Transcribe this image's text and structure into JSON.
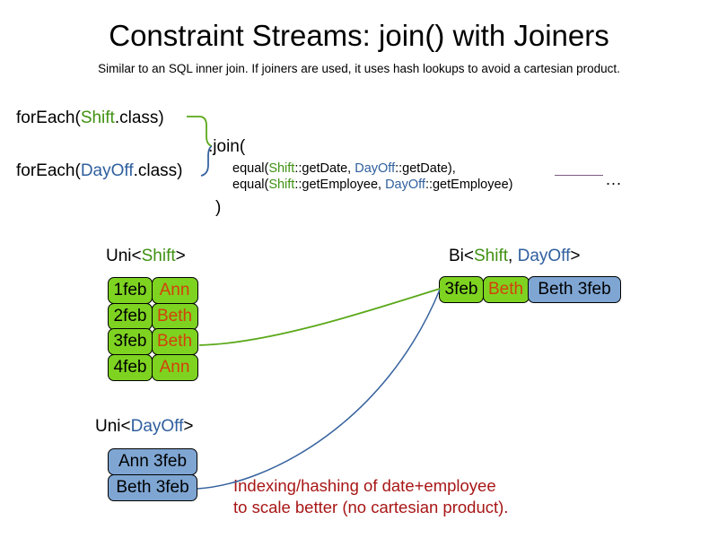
{
  "header": {
    "title": "Constraint Streams: join() with Joiners",
    "subtitle": "Similar to an SQL inner join. If joiners are used, it uses hash lookups to avoid a cartesian product."
  },
  "code": {
    "foreach_shift": {
      "prefix": "forEach(",
      "type": "Shift",
      "suffix": ".class)"
    },
    "foreach_dayoff": {
      "prefix": "forEach(",
      "type": "DayOff",
      "suffix": ".class)"
    },
    "join_open": ".join(",
    "join_close": ")",
    "joiners": [
      {
        "fn_open": "equal(",
        "left_type": "Shift",
        "left_method": "::getDate, ",
        "right_type": "DayOff",
        "right_method": "::getDate),"
      },
      {
        "fn_open": "equal(",
        "left_type": "Shift",
        "left_method": "::getEmployee, ",
        "right_type": "DayOff",
        "right_method": "::getEmployee)"
      }
    ],
    "ellipsis": "..."
  },
  "streams": {
    "uni_shift": {
      "label_prefix": "Uni<",
      "label_type": "Shift",
      "label_suffix": ">",
      "rows": [
        {
          "date": "1feb",
          "employee": "Ann"
        },
        {
          "date": "2feb",
          "employee": "Beth"
        },
        {
          "date": "3feb",
          "employee": "Beth"
        },
        {
          "date": "4feb",
          "employee": "Ann"
        }
      ]
    },
    "uni_dayoff": {
      "label_prefix": "Uni<",
      "label_type": "DayOff",
      "label_suffix": ">",
      "rows": [
        {
          "pair": "Ann 3feb"
        },
        {
          "pair": "Beth 3feb"
        }
      ]
    },
    "bi": {
      "label_prefix": "Bi<",
      "label_type_a": "Shift",
      "label_separator": ", ",
      "label_type_b": "DayOff",
      "label_suffix": ">",
      "row": {
        "date": "3feb",
        "employee": "Beth",
        "pair": "Beth 3feb"
      }
    }
  },
  "annotation": {
    "line1": "Indexing/hashing of date+employee",
    "line2": "to scale better (no cartesian product)."
  },
  "colors": {
    "shift_green": "#3f9112",
    "dayoff_blue": "#2f5f9e",
    "box_green": "#7ed321",
    "box_blue": "#7fa6d3",
    "employee_orange": "#d3420a",
    "annotation_red": "#a81616",
    "rule_purple": "#7a5a80",
    "connector_green": "#5aa818",
    "connector_blue": "#36629e"
  }
}
